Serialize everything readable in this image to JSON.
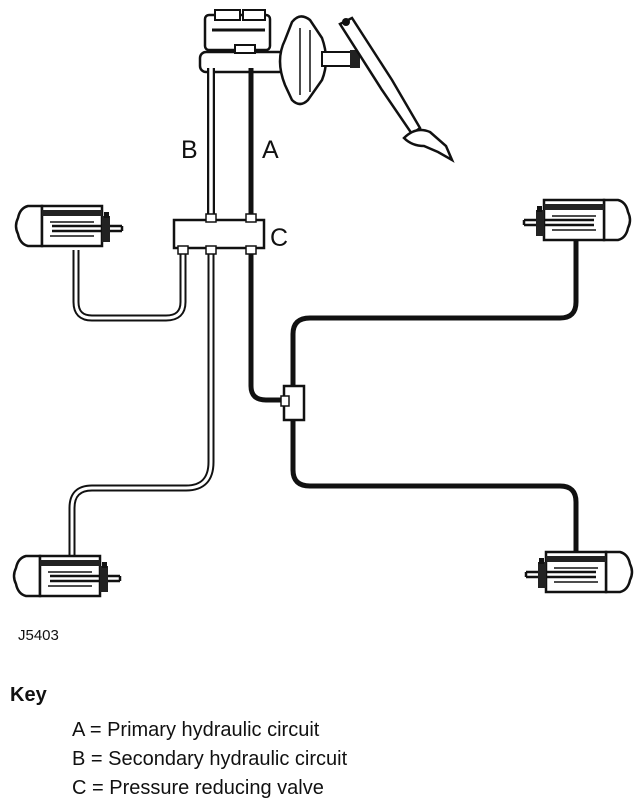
{
  "diagram": {
    "labels": {
      "a": "A",
      "b": "B",
      "c": "C"
    },
    "figure_id": "J5403",
    "icons": [
      "master-cylinder-icon",
      "brake-servo-icon",
      "brake-pedal-icon",
      "wheel-cylinder-icon",
      "pressure-reducing-valve-icon",
      "valve-block-icon"
    ]
  },
  "key": {
    "title": "Key",
    "items": [
      {
        "letter": "A",
        "sep": "=",
        "text": "Primary hydraulic circuit"
      },
      {
        "letter": "B",
        "sep": "=",
        "text": "Secondary hydraulic circuit"
      },
      {
        "letter": "C",
        "sep": "=",
        "text": "Pressure reducing valve"
      }
    ]
  }
}
